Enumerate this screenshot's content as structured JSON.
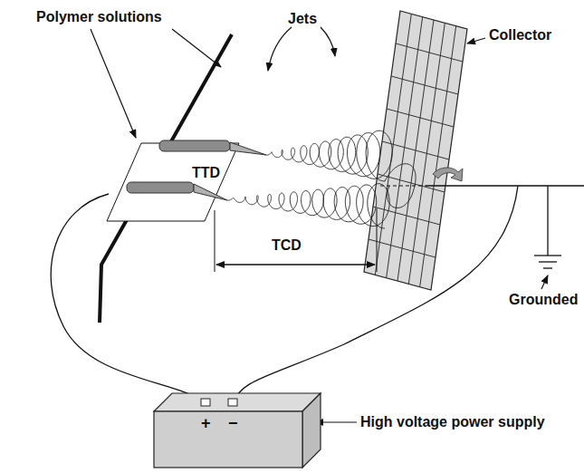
{
  "diagram": {
    "nodes": [
      {
        "text": [
          "+",
          "−"
        ]
      }
    ],
    "labels": [
      "Polymer solutions",
      "Jets",
      "Collector",
      "TTD",
      "TCD",
      "Grounded",
      "High voltage power supply"
    ]
  }
}
